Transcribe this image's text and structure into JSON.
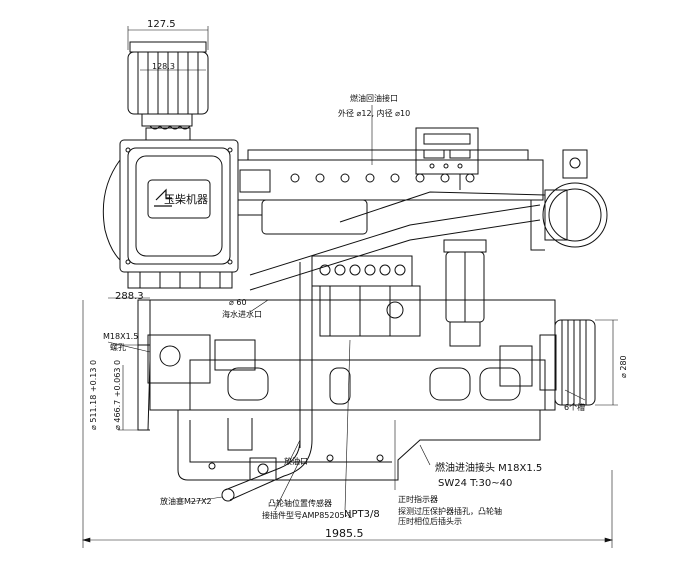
{
  "dimensions": {
    "top_width": "127.5",
    "filter_width": "128.3",
    "left_height": "288.3",
    "overall_length": "1985.5",
    "pulley_diameter": "⌀ 280",
    "dim_511": "⌀ 511.18",
    "dim_511_tol": "+0.13 0",
    "dim_466": "⌀ 466.7",
    "dim_466_tol": "+0.063 0"
  },
  "labels": {
    "fuel_return_title": "燃油回油接口",
    "fuel_return_sizes": "外径 ⌀12, 内径 ⌀10",
    "seawater_size": "⌀ 60",
    "seawater_label": "海水进水口",
    "m18_left": "M18X1.5",
    "m18_left_sub": "螺孔",
    "grooves": "6个槽",
    "fuel_inlet": "燃油进油接头 M18X1.5",
    "sw24": "SW24 T:30~40",
    "tacho_title": "正时指示器",
    "tacho_line1": "探测过压保护器插孔，凸轮轴",
    "tacho_line2": "压时相位后插头示",
    "drain": "放油口",
    "drain_bottom": "放油塞M27X2",
    "sensor_title": "凸轮轴位置传感器",
    "sensor_part": "接插件型号AMP85205-1",
    "npt": "NPT3/8",
    "logo_text": "玉柴机器"
  },
  "colors": {
    "line": "#111111",
    "background": "#ffffff"
  }
}
